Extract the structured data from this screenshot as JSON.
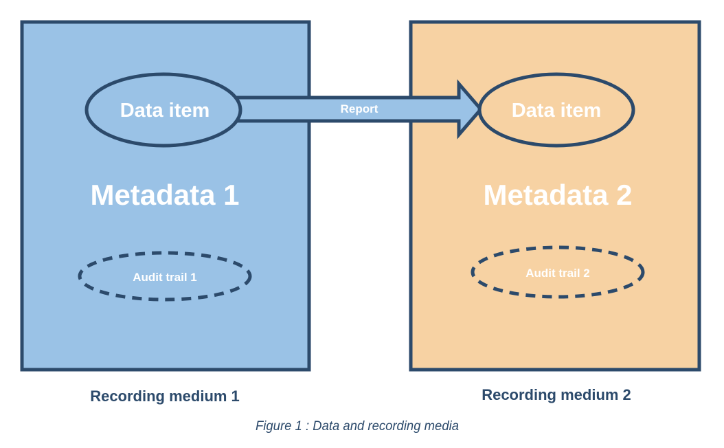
{
  "medium1": {
    "data_item": "Data item",
    "metadata": "Metadata 1",
    "audit_trail": "Audit trail 1",
    "label": "Recording medium 1"
  },
  "medium2": {
    "data_item": "Data item",
    "metadata": "Metadata 2",
    "audit_trail": "Audit trail 2",
    "label": "Recording medium 2"
  },
  "arrow": {
    "label": "Report"
  },
  "caption": "Figure 1 : Data and recording media",
  "colors": {
    "outline": "#2c4a6b",
    "medium1_fill": "#9ac2e6",
    "medium2_fill": "#f7d2a3",
    "arrow_fill": "#9ac2e6",
    "label_text": "#2c4a6b",
    "caption_text": "#2c4a6b",
    "inner_text": "#ffffff"
  }
}
